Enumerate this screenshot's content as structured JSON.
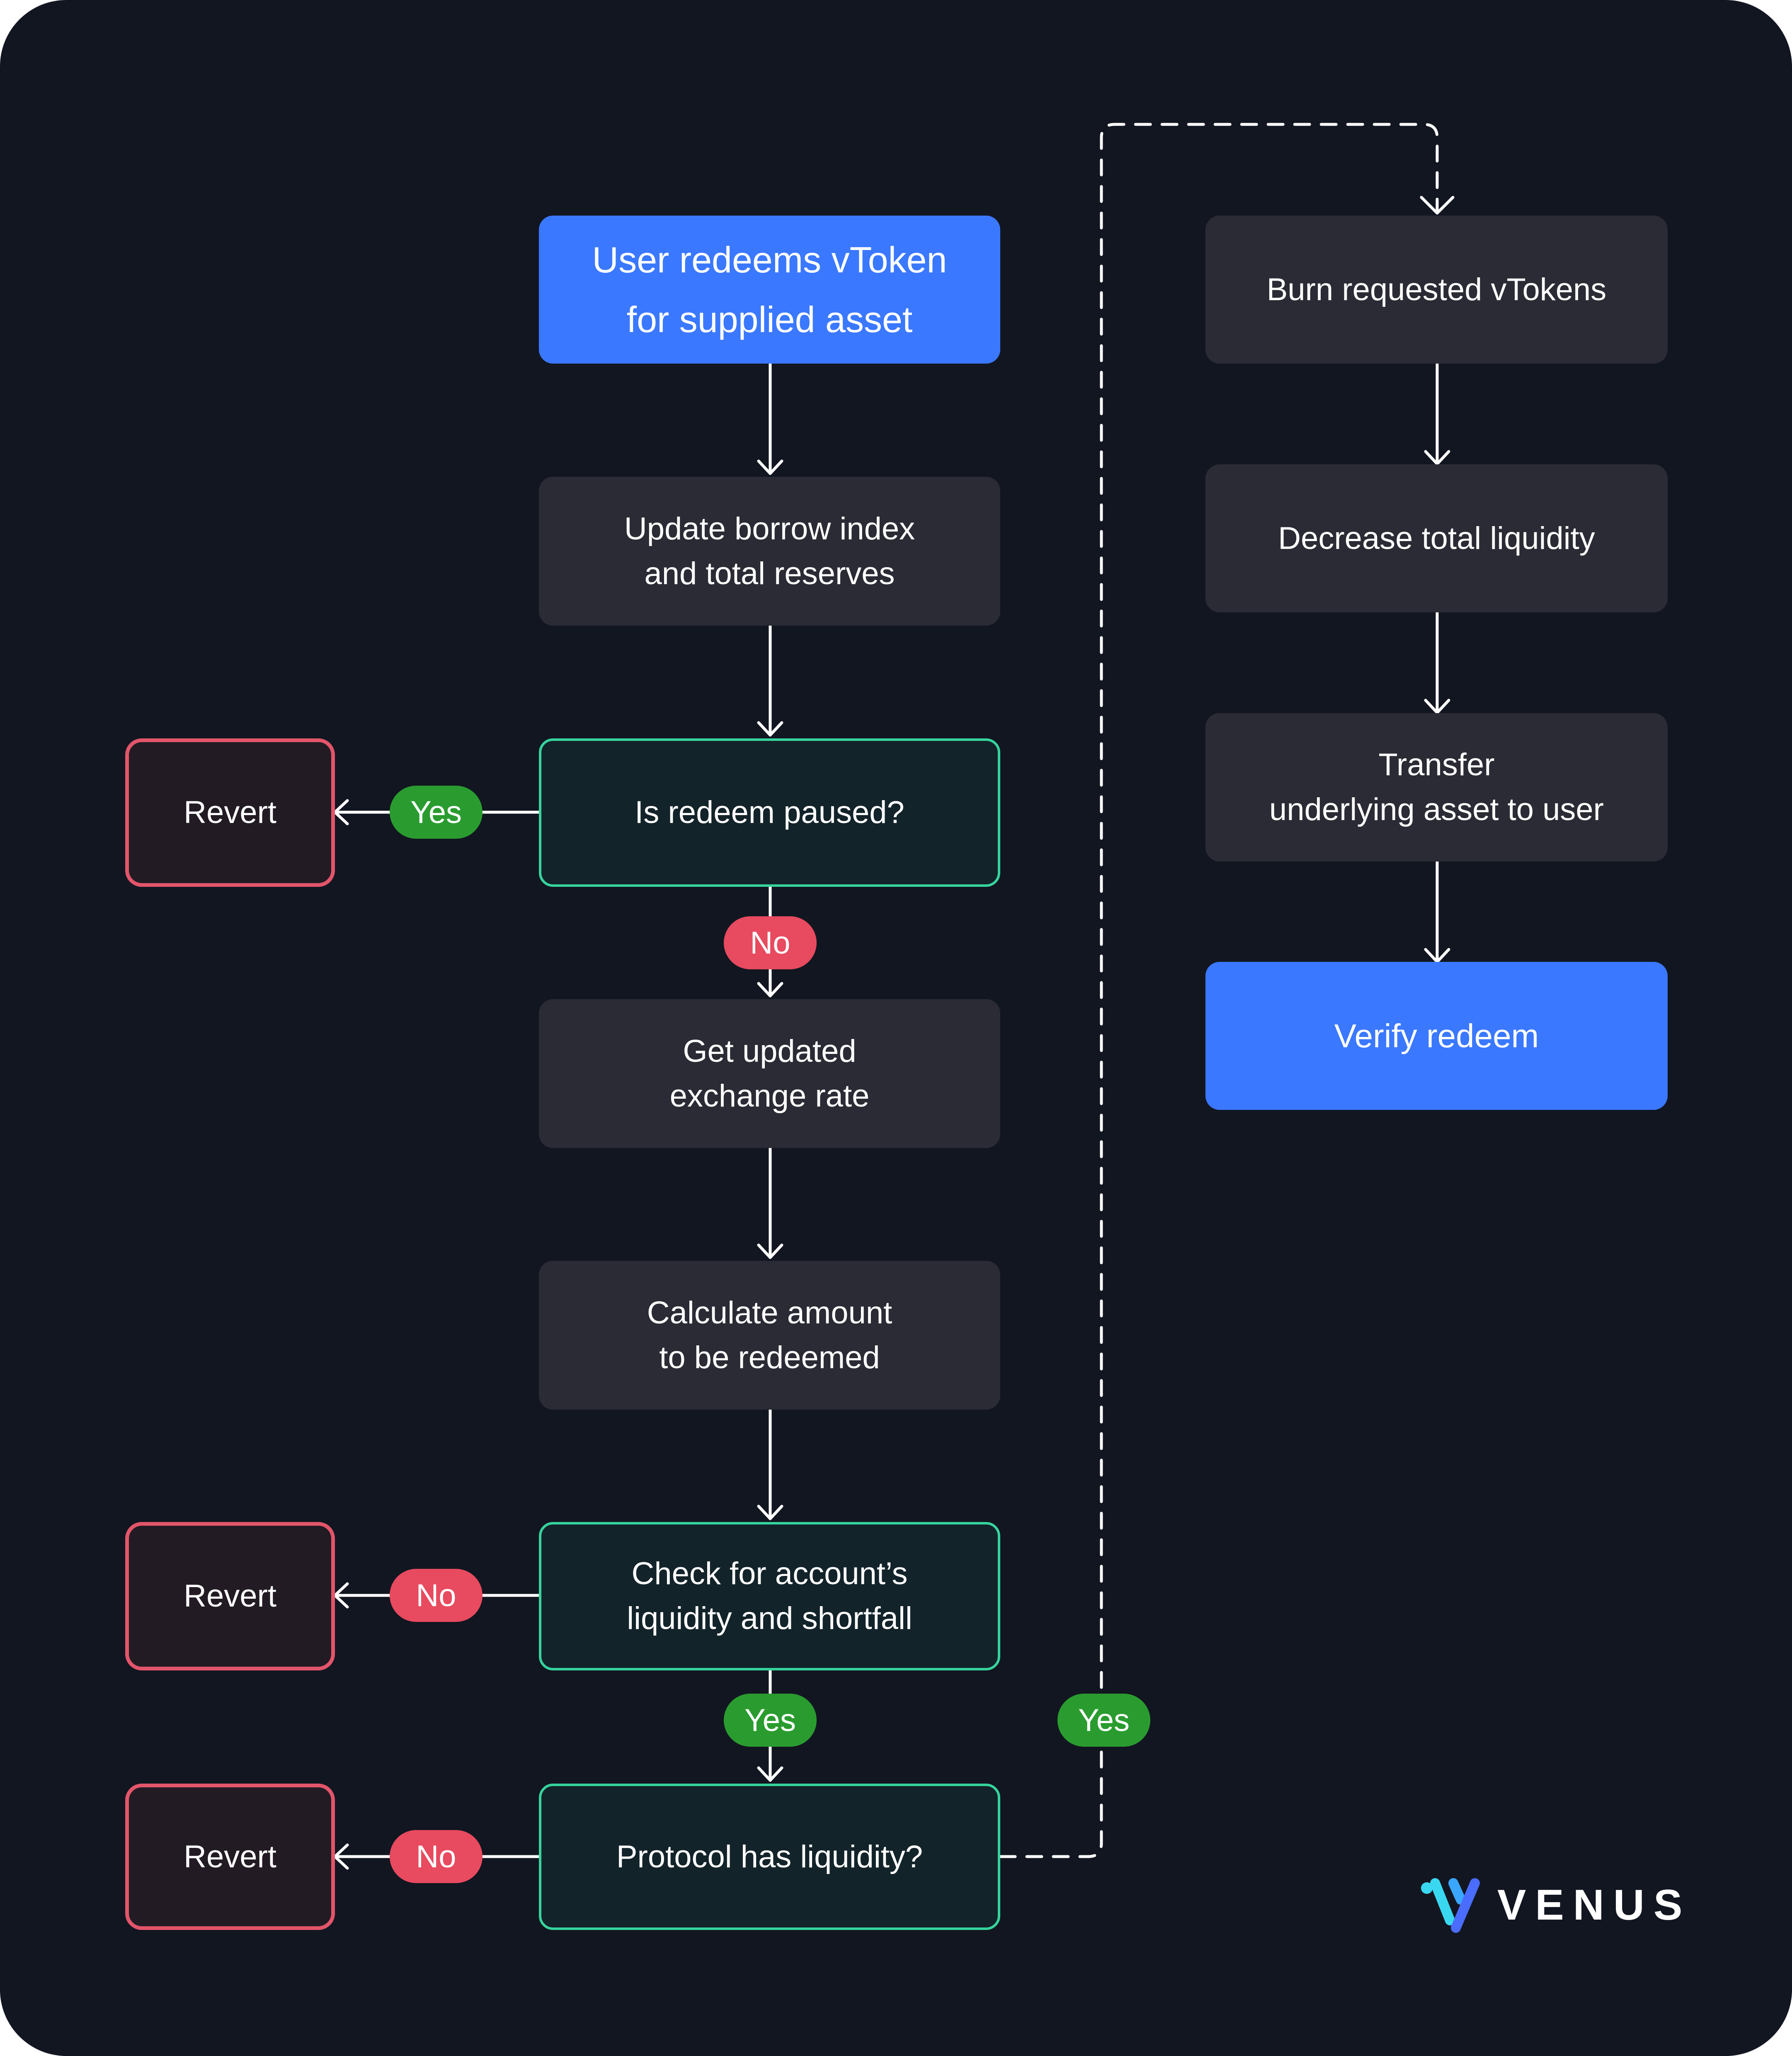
{
  "flowchart": {
    "start": "User redeems vToken\nfor supplied asset",
    "update_index": "Update borrow index\nand total reserves",
    "is_paused": "Is redeem paused?",
    "get_rate": "Get updated\nexchange rate",
    "calculate": "Calculate amount\nto be redeemed",
    "check_liquidity": "Check for account’s\nliquidity and shortfall",
    "protocol_liquidity": "Protocol has liquidity?",
    "burn": "Burn requested vTokens",
    "decrease": "Decrease total liquidity",
    "transfer": "Transfer\nunderlying asset to user",
    "verify": "Verify redeem",
    "revert_1": "Revert",
    "revert_2": "Revert",
    "revert_3": "Revert"
  },
  "labels": {
    "paused_yes": "Yes",
    "paused_no": "No",
    "check_no": "No",
    "check_yes": "Yes",
    "protocol_no": "No",
    "protocol_yes": "Yes"
  },
  "brand": {
    "name": "VENUS"
  },
  "colors": {
    "background": "#121621",
    "primary": "#3a78ff",
    "step": "#2b2b35",
    "decision_border": "#36d49c",
    "revert_border": "#e3556a",
    "yes": "#2a9c2f",
    "no": "#e84a5f"
  }
}
